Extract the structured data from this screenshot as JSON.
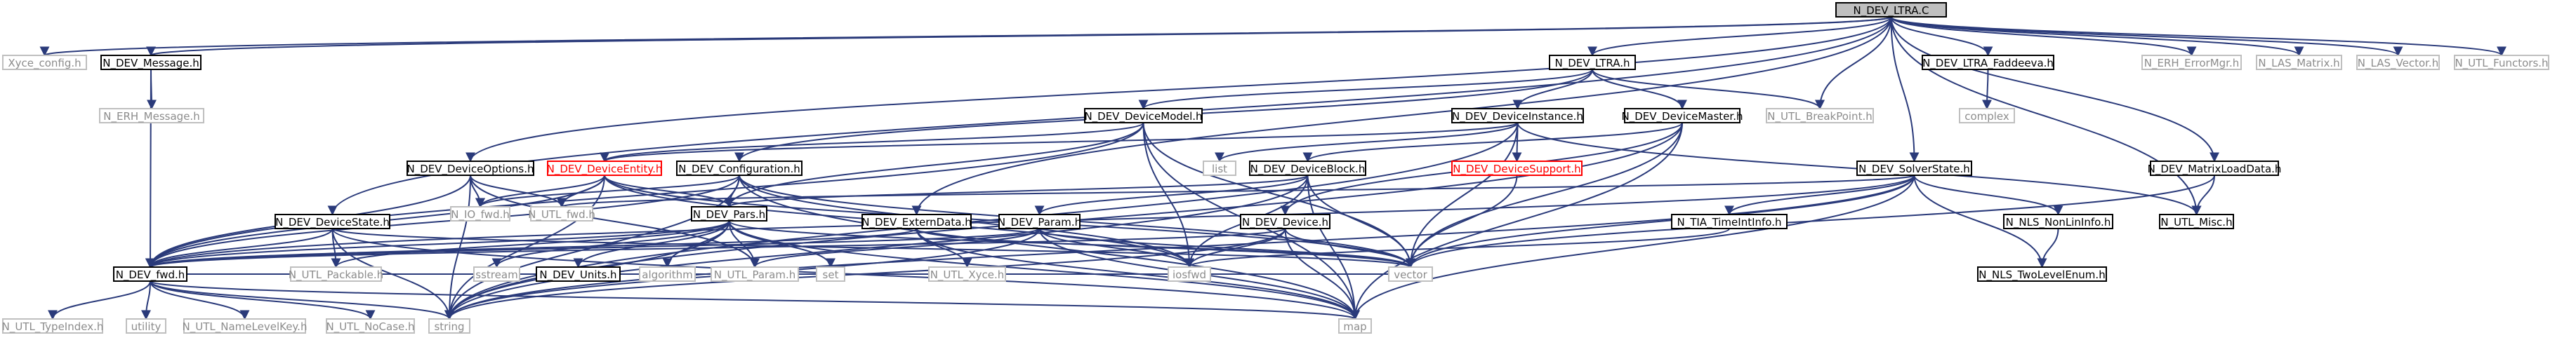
{
  "graph": {
    "nodes": [
      {
        "id": "root",
        "label": "N_DEV_LTRA.C",
        "style": "root"
      },
      {
        "id": "xyce_config",
        "label": "Xyce_config.h",
        "style": "external"
      },
      {
        "id": "msg",
        "label": "N_DEV_Message.h",
        "style": "internal"
      },
      {
        "id": "erh_msg",
        "label": "N_ERH_Message.h",
        "style": "external"
      },
      {
        "id": "ltra_h",
        "label": "N_DEV_LTRA.h",
        "style": "internal"
      },
      {
        "id": "devmodel",
        "label": "N_DEV_DeviceModel.h",
        "style": "internal"
      },
      {
        "id": "devinst",
        "label": "N_DEV_DeviceInstance.h",
        "style": "internal"
      },
      {
        "id": "devmaster",
        "label": "N_DEV_DeviceMaster.h",
        "style": "internal"
      },
      {
        "id": "breakpoint",
        "label": "N_UTL_BreakPoint.h",
        "style": "external"
      },
      {
        "id": "faddeeva",
        "label": "N_DEV_LTRA_Faddeeva.h",
        "style": "internal"
      },
      {
        "id": "complex",
        "label": "complex",
        "style": "external"
      },
      {
        "id": "errormgr",
        "label": "N_ERH_ErrorMgr.h",
        "style": "external"
      },
      {
        "id": "las_matrix",
        "label": "N_LAS_Matrix.h",
        "style": "external"
      },
      {
        "id": "las_vector",
        "label": "N_LAS_Vector.h",
        "style": "external"
      },
      {
        "id": "functors",
        "label": "N_UTL_Functors.h",
        "style": "external"
      },
      {
        "id": "devoptions",
        "label": "N_DEV_DeviceOptions.h",
        "style": "internal"
      },
      {
        "id": "deventity",
        "label": "N_DEV_DeviceEntity.h",
        "style": "red"
      },
      {
        "id": "config",
        "label": "N_DEV_Configuration.h",
        "style": "internal"
      },
      {
        "id": "list",
        "label": "list",
        "style": "external"
      },
      {
        "id": "devblock",
        "label": "N_DEV_DeviceBlock.h",
        "style": "internal"
      },
      {
        "id": "devsupport",
        "label": "N_DEV_DeviceSupport.h",
        "style": "red"
      },
      {
        "id": "solverstate",
        "label": "N_DEV_SolverState.h",
        "style": "internal"
      },
      {
        "id": "matrixload",
        "label": "N_DEV_MatrixLoadData.h",
        "style": "internal"
      },
      {
        "id": "io_fwd",
        "label": "N_IO_fwd.h",
        "style": "external"
      },
      {
        "id": "utl_fwd",
        "label": "N_UTL_fwd.h",
        "style": "external"
      },
      {
        "id": "pars",
        "label": "N_DEV_Pars.h",
        "style": "internal"
      },
      {
        "id": "devstate",
        "label": "N_DEV_DeviceState.h",
        "style": "internal"
      },
      {
        "id": "externdata",
        "label": "N_DEV_ExternData.h",
        "style": "internal"
      },
      {
        "id": "param",
        "label": "N_DEV_Param.h",
        "style": "internal"
      },
      {
        "id": "device_h",
        "label": "N_DEV_Device.h",
        "style": "internal"
      },
      {
        "id": "tia",
        "label": "N_TIA_TimeIntInfo.h",
        "style": "internal"
      },
      {
        "id": "nls_nonlin",
        "label": "N_NLS_NonLinInfo.h",
        "style": "internal"
      },
      {
        "id": "utl_misc",
        "label": "N_UTL_Misc.h",
        "style": "internal"
      },
      {
        "id": "dev_fwd",
        "label": "N_DEV_fwd.h",
        "style": "internal"
      },
      {
        "id": "packable",
        "label": "N_UTL_Packable.h",
        "style": "external"
      },
      {
        "id": "sstream",
        "label": "sstream",
        "style": "external"
      },
      {
        "id": "units",
        "label": "N_DEV_Units.h",
        "style": "internal"
      },
      {
        "id": "algorithm",
        "label": "algorithm",
        "style": "external"
      },
      {
        "id": "utl_param",
        "label": "N_UTL_Param.h",
        "style": "external"
      },
      {
        "id": "set",
        "label": "set",
        "style": "external"
      },
      {
        "id": "utl_xyce",
        "label": "N_UTL_Xyce.h",
        "style": "external"
      },
      {
        "id": "iosfwd",
        "label": "iosfwd",
        "style": "external"
      },
      {
        "id": "vector",
        "label": "vector",
        "style": "external"
      },
      {
        "id": "nls_twolevel",
        "label": "N_NLS_TwoLevelEnum.h",
        "style": "internal"
      },
      {
        "id": "typeindex",
        "label": "N_UTL_TypeIndex.h",
        "style": "external"
      },
      {
        "id": "utility",
        "label": "utility",
        "style": "external"
      },
      {
        "id": "namelevelkey",
        "label": "N_UTL_NameLevelKey.h",
        "style": "external"
      },
      {
        "id": "nocase",
        "label": "N_UTL_NoCase.h",
        "style": "external"
      },
      {
        "id": "string",
        "label": "string",
        "style": "external"
      },
      {
        "id": "map",
        "label": "map",
        "style": "external"
      }
    ]
  }
}
